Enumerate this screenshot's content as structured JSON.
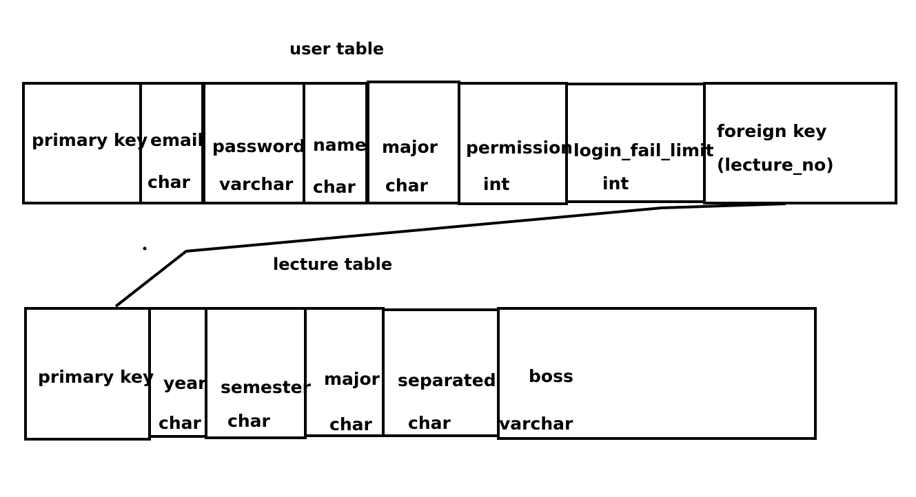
{
  "user_table": {
    "title": "user table",
    "columns": [
      {
        "name": "primary key",
        "type": ""
      },
      {
        "name": "email",
        "type": "char"
      },
      {
        "name": "password",
        "type": "varchar"
      },
      {
        "name": "name",
        "type": "char"
      },
      {
        "name": "major",
        "type": "char"
      },
      {
        "name": "permission",
        "type": "int"
      },
      {
        "name": "login_fail_limit",
        "type": "int"
      },
      {
        "name": "foreign key",
        "type": "(lecture_no)"
      }
    ]
  },
  "lecture_table": {
    "title": "lecture table",
    "columns": [
      {
        "name": "primary key",
        "type": ""
      },
      {
        "name": "year",
        "type": "char"
      },
      {
        "name": "semester",
        "type": "char"
      },
      {
        "name": "major",
        "type": "char"
      },
      {
        "name": "separated",
        "type": "char"
      },
      {
        "name": "boss",
        "type": "varchar"
      }
    ]
  }
}
